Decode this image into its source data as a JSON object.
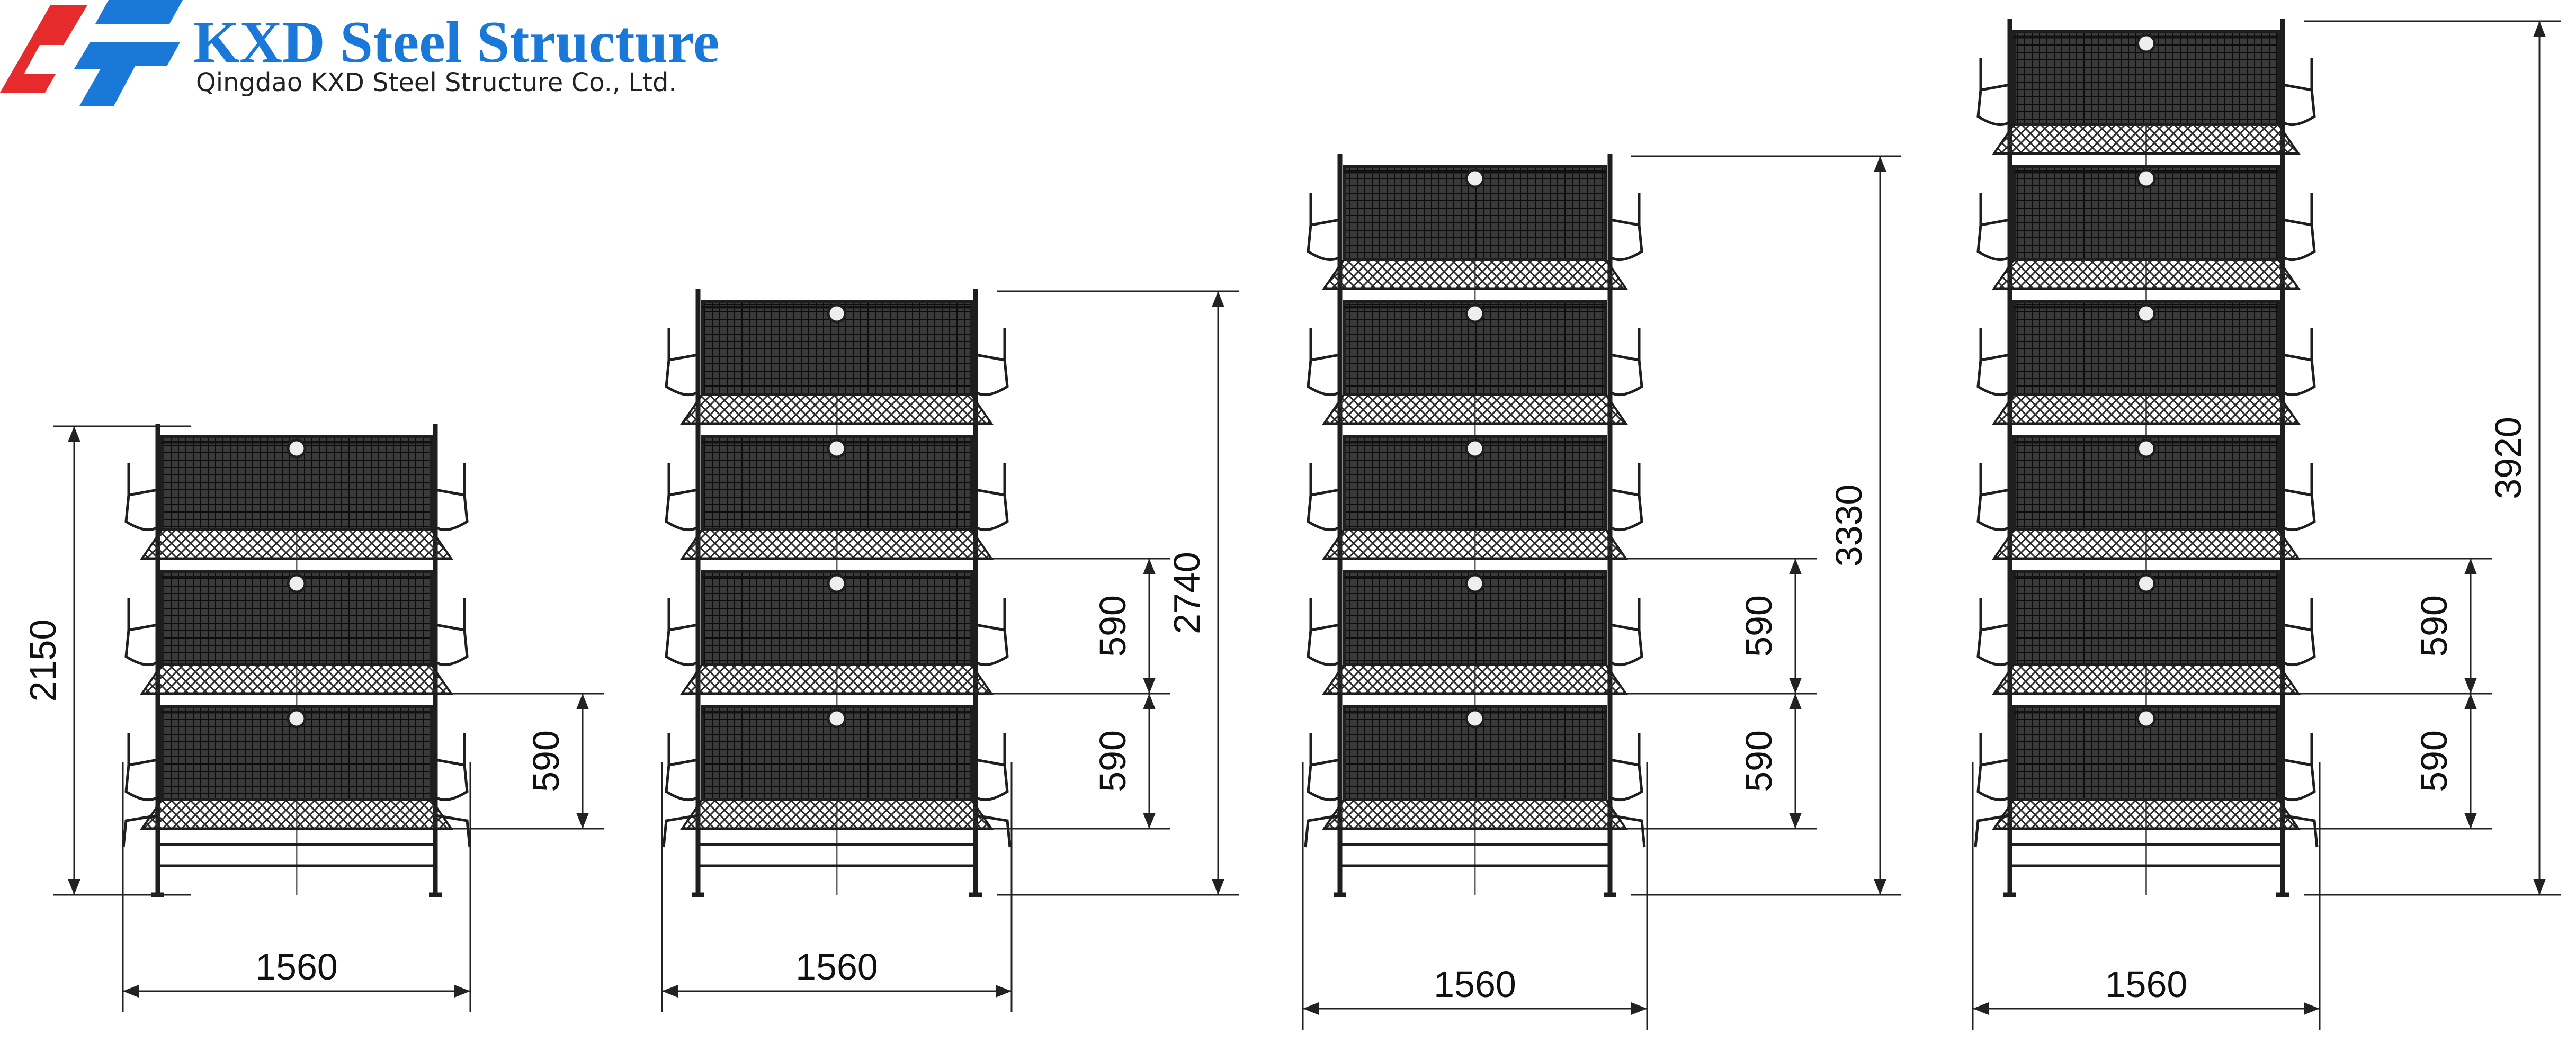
{
  "header": {
    "company_name": "KXD Steel Structure",
    "company_subtitle": "Qingdao KXD Steel Structure Co., Ltd.",
    "logo_colors": {
      "red": "#e52b2b",
      "blue": "#1a78d8"
    }
  },
  "cages": [
    {
      "tiers": 3,
      "width_label": "1560",
      "height_label": "2150",
      "tier_labels": [
        "590"
      ]
    },
    {
      "tiers": 4,
      "width_label": "1560",
      "height_label": "2740",
      "tier_labels": [
        "590",
        "590"
      ]
    },
    {
      "tiers": 5,
      "width_label": "1560",
      "height_label": "3330",
      "tier_labels": [
        "590",
        "590"
      ]
    },
    {
      "tiers": 6,
      "width_label": "1560",
      "height_label": "3920",
      "tier_labels": [
        "590",
        "590"
      ]
    }
  ],
  "colors": {
    "line": "#1e1e1e",
    "mesh_fill": "#2f2f2f",
    "dimension": "#222222"
  }
}
